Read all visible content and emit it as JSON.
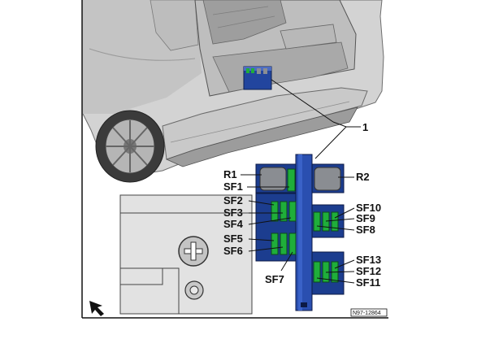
{
  "diagram": {
    "callout": "1",
    "reference_code": "N97-12864",
    "left_labels": [
      "R1",
      "SF1",
      "SF2",
      "SF3",
      "SF4",
      "SF5",
      "SF6"
    ],
    "right_labels": [
      "R2",
      "SF10",
      "SF9",
      "SF8",
      "SF13",
      "SF12",
      "SF11"
    ],
    "bottom_label": "SF7"
  },
  "colors": {
    "fuse_green": "#1fae3a",
    "holder_blue": "#1c3d8f",
    "relay_gray": "#8a8d92",
    "frame": "#111111"
  }
}
